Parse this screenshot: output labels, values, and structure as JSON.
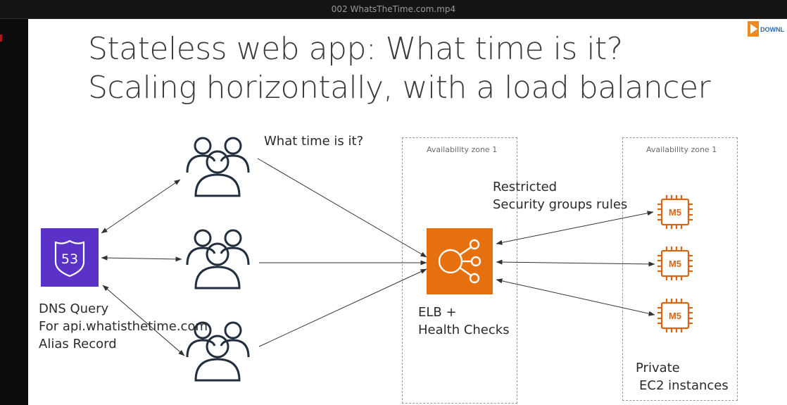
{
  "player": {
    "file_title": "002 WhatsTheTime.com.mp4"
  },
  "slide": {
    "title_line1": "Stateless web app: What time is it?",
    "title_line2": "Scaling horizontally, with a load balancer",
    "question": "What time is it?",
    "route53_badge": "53",
    "dns": {
      "line1": "DNS Query",
      "line2": "For api.whatisthetime.com",
      "line3": "Alias Record"
    },
    "restricted": {
      "line1": "Restricted",
      "line2": "Security groups rules"
    },
    "az_left": "Availability zone 1",
    "az_right": "Availability zone 1",
    "elb": {
      "line1": "ELB +",
      "line2": "Health Checks"
    },
    "instance_label": "M5",
    "private": {
      "line1": "Private",
      "line2": "EC2 instances"
    },
    "logo_text": "DOWNL"
  },
  "colors": {
    "route53": "#5a32c8",
    "elb": "#e5700d",
    "ec2": "#d86613",
    "text": "#2b2b2b"
  }
}
